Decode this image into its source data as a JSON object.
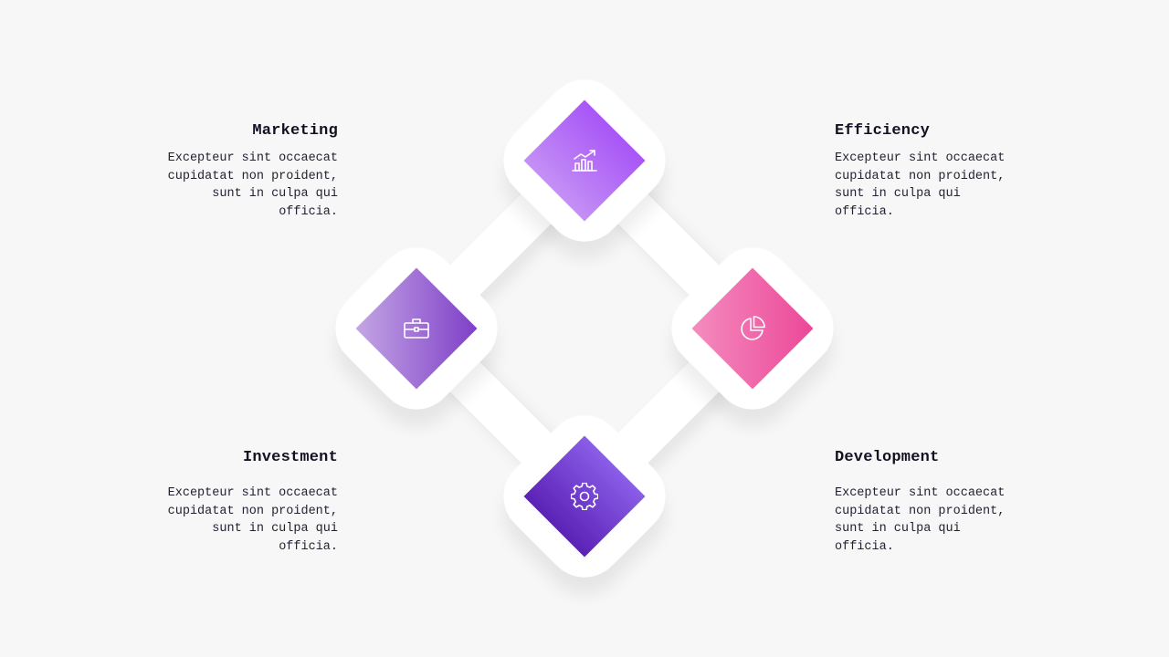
{
  "colors": {
    "background": "#f7f7f7",
    "tile": "#ffffff",
    "gem_top": [
      "#c490f5",
      "#a855f7"
    ],
    "gem_left": [
      "#c4a6e4",
      "#7e3fc8"
    ],
    "gem_right": [
      "#f48cbe",
      "#ec4899"
    ],
    "gem_bottom": [
      "#8a5ee8",
      "#5b21b6"
    ],
    "text": "#111122"
  },
  "items": {
    "top": {
      "icon": "bar-chart-icon",
      "title": "Efficiency",
      "body": "Excepteur sint occaecat cupidatat non proident, sunt in culpa qui officia."
    },
    "left": {
      "icon": "briefcase-icon",
      "title": "Marketing",
      "body": "Excepteur sint occaecat cupidatat non proident, sunt in culpa qui officia."
    },
    "right": {
      "icon": "pie-chart-icon",
      "title": "Development",
      "body": "Excepteur sint occaecat cupidatat non proident, sunt in culpa qui officia."
    },
    "bottom": {
      "icon": "gear-icon",
      "title": "Investment",
      "body": "Excepteur sint occaecat cupidatat non proident, sunt in culpa qui officia."
    }
  }
}
